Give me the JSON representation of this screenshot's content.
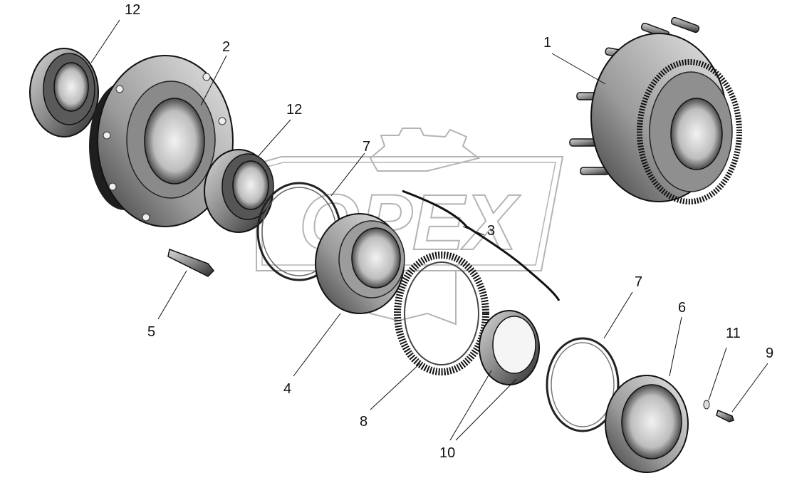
{
  "watermark": {
    "text": "OPEX"
  },
  "callouts": [
    {
      "id": "c1",
      "number": "1"
    },
    {
      "id": "c2",
      "number": "2"
    },
    {
      "id": "c3",
      "number": "3"
    },
    {
      "id": "c4",
      "number": "4"
    },
    {
      "id": "c5",
      "number": "5"
    },
    {
      "id": "c6",
      "number": "6"
    },
    {
      "id": "c7a",
      "number": "7"
    },
    {
      "id": "c7b",
      "number": "7"
    },
    {
      "id": "c8",
      "number": "8"
    },
    {
      "id": "c9",
      "number": "9"
    },
    {
      "id": "c10",
      "number": "10"
    },
    {
      "id": "c11",
      "number": "11"
    },
    {
      "id": "c12a",
      "number": "12"
    },
    {
      "id": "c12b",
      "number": "12"
    }
  ]
}
